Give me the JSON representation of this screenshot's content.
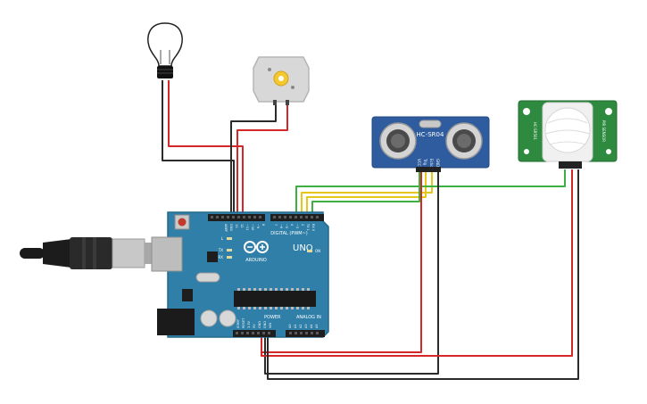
{
  "components": {
    "bulb": {
      "name": "light-bulb"
    },
    "motor": {
      "name": "dc-motor"
    },
    "ultrasonic": {
      "model": "HC-SR04",
      "pins": [
        "VCC",
        "Trig",
        "Echo",
        "GND"
      ]
    },
    "pir": {
      "side_left": "HC-SR501",
      "side_right": "PIR SENSOR"
    },
    "arduino": {
      "model": "UNO",
      "brand": "ARDUINO",
      "digital_label": "DIGITAL (PWM~)",
      "power_label": "POWER",
      "analog_label": "ANALOG IN",
      "led_labels": [
        "L",
        "TX",
        "RX"
      ],
      "on_label": "ON",
      "top_header_labels": [
        "AREF",
        "GND",
        "13",
        "12",
        "~11",
        "~10",
        "~9",
        "8",
        "7",
        "~6",
        "~5",
        "4",
        "~3",
        "2",
        "TX 1",
        "RX 0"
      ],
      "power_header_labels": [
        "IOREF",
        "RESET",
        "3.3V",
        "5V",
        "GND",
        "GND",
        "VIN"
      ],
      "analog_header_labels": [
        "A0",
        "A1",
        "A2",
        "A3",
        "A4",
        "A5"
      ]
    }
  },
  "colors": {
    "board": "#2f7fa8",
    "board_edge": "#24688c",
    "sensor_board": "#2e5c9e",
    "pir_board": "#2e8a3e",
    "wire_red": "#d62728",
    "wire_black": "#2b2b2b",
    "wire_green": "#3cb043",
    "wire_yellow": "#e6c619"
  }
}
